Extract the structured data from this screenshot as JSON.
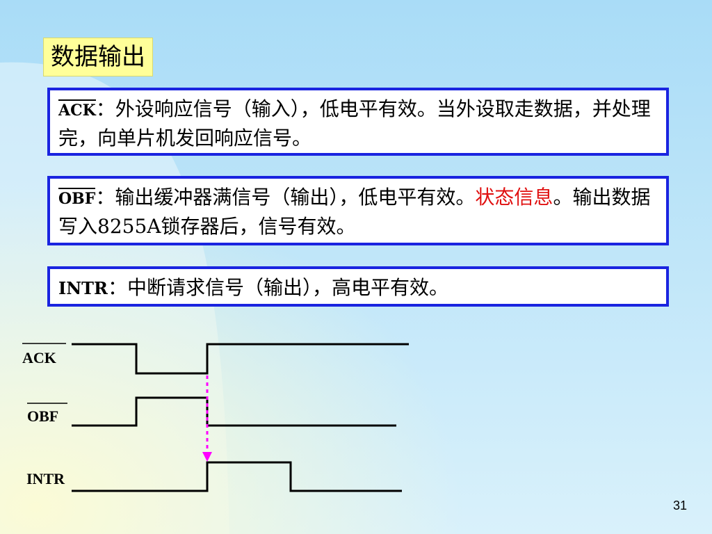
{
  "title": "数据输出",
  "panels": [
    {
      "signal": "ACK",
      "colon": "：",
      "text_before": "外设响应信号（输入），低电平有效。当外设取走数据，并处理完，向单片机发回响应信号。",
      "text_red": "",
      "text_after": ""
    },
    {
      "signal": "OBF",
      "colon": "：",
      "text_before": "输出缓冲器满信号（输出），低电平有效。",
      "text_red": "状态信息",
      "text_after": "。输出数据写入8255A锁存器后，信号有效。"
    },
    {
      "signal": "INTR",
      "colon": "：",
      "text_before": "中断请求信号（输出），高电平有效。",
      "text_red": "",
      "text_after": ""
    }
  ],
  "timing": {
    "labels": [
      "ACK",
      "OBF",
      "INTR"
    ],
    "arrow_color": "#ff00ff"
  },
  "slide_number": "31",
  "colors": {
    "panel_border": "#1a24e0",
    "title_bg": "#ffff99",
    "highlight": "#e01010"
  }
}
